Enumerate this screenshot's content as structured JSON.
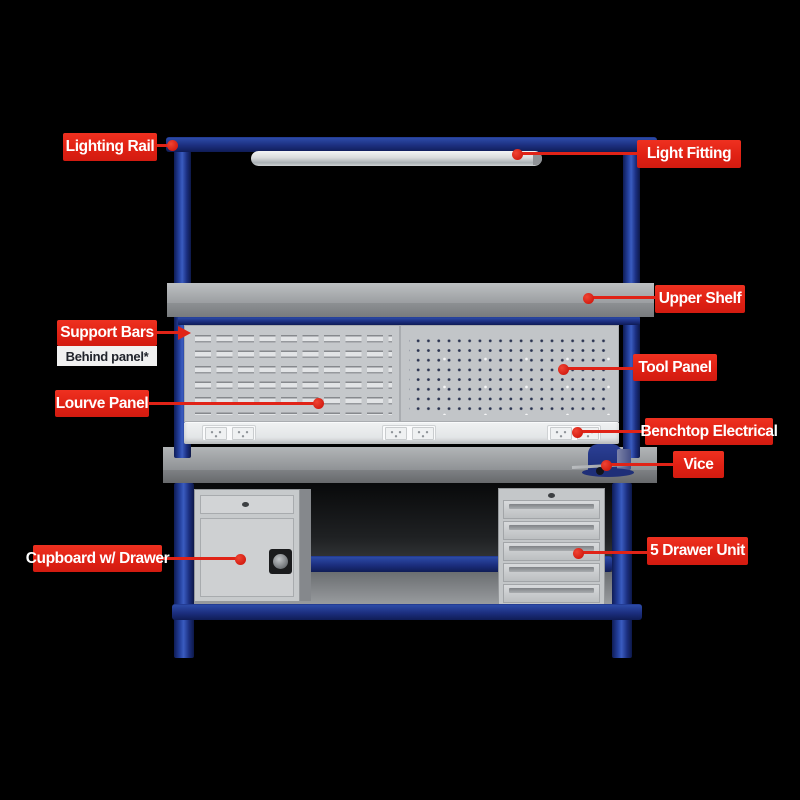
{
  "diagram_title": "Workbench parts callout diagram",
  "colors": {
    "background": "#000000",
    "callout_red": "#e02317",
    "frame_blue": "#1c2f80",
    "surface_grey": "#9b9ea1",
    "panel_grey": "#c5c8cb"
  },
  "callouts": [
    {
      "id": "lighting-rail",
      "label": "Lighting Rail"
    },
    {
      "id": "light-fitting",
      "label": "Light Fitting"
    },
    {
      "id": "upper-shelf",
      "label": "Upper Shelf"
    },
    {
      "id": "support-bars",
      "label": "Support Bars",
      "note": "Behind panel*"
    },
    {
      "id": "tool-panel",
      "label": "Tool Panel"
    },
    {
      "id": "lourve-panel",
      "label": "Lourve Panel"
    },
    {
      "id": "benchtop-electrical",
      "label": "Benchtop Electrical"
    },
    {
      "id": "vice",
      "label": "Vice"
    },
    {
      "id": "cupboard-w-drawer",
      "label": "Cupboard w/ Drawer"
    },
    {
      "id": "five-drawer-unit",
      "label": "5 Drawer Unit"
    }
  ]
}
